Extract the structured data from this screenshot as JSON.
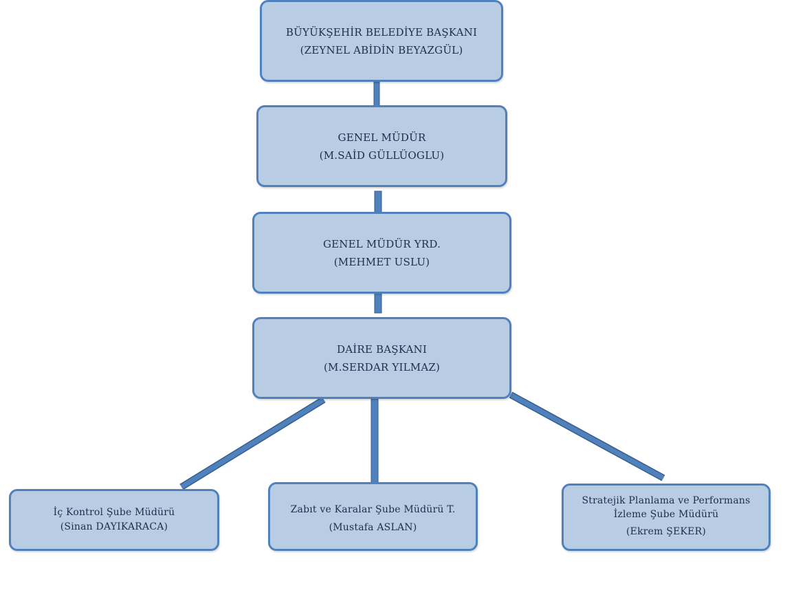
{
  "nodes": {
    "baskan": {
      "title": "BÜYÜKŞEHİR BELEDİYE BAŞKANI",
      "person": "(ZEYNEL ABİDİN BEYAZGÜL)"
    },
    "genel": {
      "title": "GENEL MÜDÜR",
      "person": "(M.SAİD GÜLLÜOGLU)"
    },
    "yrd": {
      "title": "GENEL MÜDÜR YRD.",
      "person": "(MEHMET USLU)"
    },
    "daire": {
      "title": "DAİRE BAŞKANI",
      "person": "(M.SERDAR YILMAZ)"
    },
    "ickontrol": {
      "title": "İç Kontrol Şube Müdürü",
      "person": "(Sinan DAYIKARACA)"
    },
    "zabit": {
      "title": "Zabıt ve Karalar Şube Müdürü T.",
      "person": "(Mustafa ASLAN)"
    },
    "stratejik": {
      "title_line1": "Stratejik Planlama ve Performans",
      "title_line2": "İzleme  Şube Müdürü",
      "person": "(Ekrem ŞEKER)"
    }
  },
  "colors": {
    "box_fill": "#b8cce4",
    "box_border": "#4f81bd",
    "connector_fill": "#4f81bd",
    "connector_edge": "#385d8a",
    "text": "#1f2d4a"
  }
}
